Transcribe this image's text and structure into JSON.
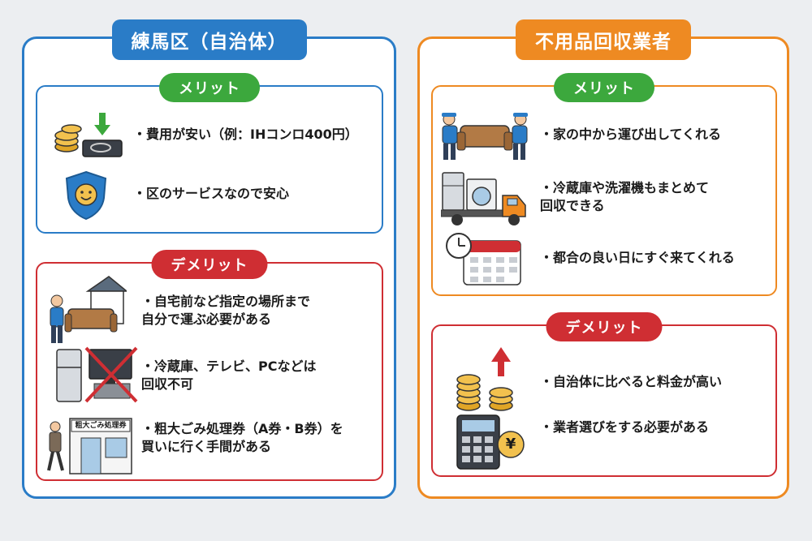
{
  "left_panel": {
    "title": "練馬区（自治体）",
    "merit": {
      "label": "メリット",
      "items": [
        {
          "text": "費用が安い（例：IHコンロ400円）",
          "icon": "coins-stove-icon"
        },
        {
          "text": "区のサービスなので安心",
          "icon": "shield-smile-icon"
        }
      ]
    },
    "demerit": {
      "label": "デメリット",
      "items": [
        {
          "text": "自宅前など指定の場所まで\n自分で運ぶ必要がある",
          "icon": "carry-sofa-house-icon"
        },
        {
          "text": "冷蔵庫、テレビ、PCなどは\n回収不可",
          "icon": "no-appliances-icon"
        },
        {
          "text": "粗大ごみ処理券（A券・B券）を\n買いに行く手間がある",
          "icon": "ticket-store-icon"
        }
      ],
      "store_sign": "粗大ごみ処理券"
    }
  },
  "right_panel": {
    "title": "不用品回収業者",
    "merit": {
      "label": "メリット",
      "items": [
        {
          "text": "家の中から運び出してくれる",
          "icon": "movers-sofa-icon"
        },
        {
          "text": "冷蔵庫や洗濯機もまとめて\n回収できる",
          "icon": "truck-appliances-icon"
        },
        {
          "text": "都合の良い日にすぐ来てくれる",
          "icon": "clock-calendar-icon"
        }
      ]
    },
    "demerit": {
      "label": "デメリット",
      "items": [
        {
          "text": "自治体に比べると料金が高い",
          "icon": "coins-up-icon"
        },
        {
          "text": "業者選びをする必要がある",
          "icon": "calculator-yen-icon"
        }
      ],
      "yen_symbol": "¥"
    }
  },
  "colors": {
    "blue": "#2a7cc7",
    "orange": "#ee8a22",
    "green": "#3ca83d",
    "red": "#cf2e33",
    "coin": "#f2c14e"
  }
}
